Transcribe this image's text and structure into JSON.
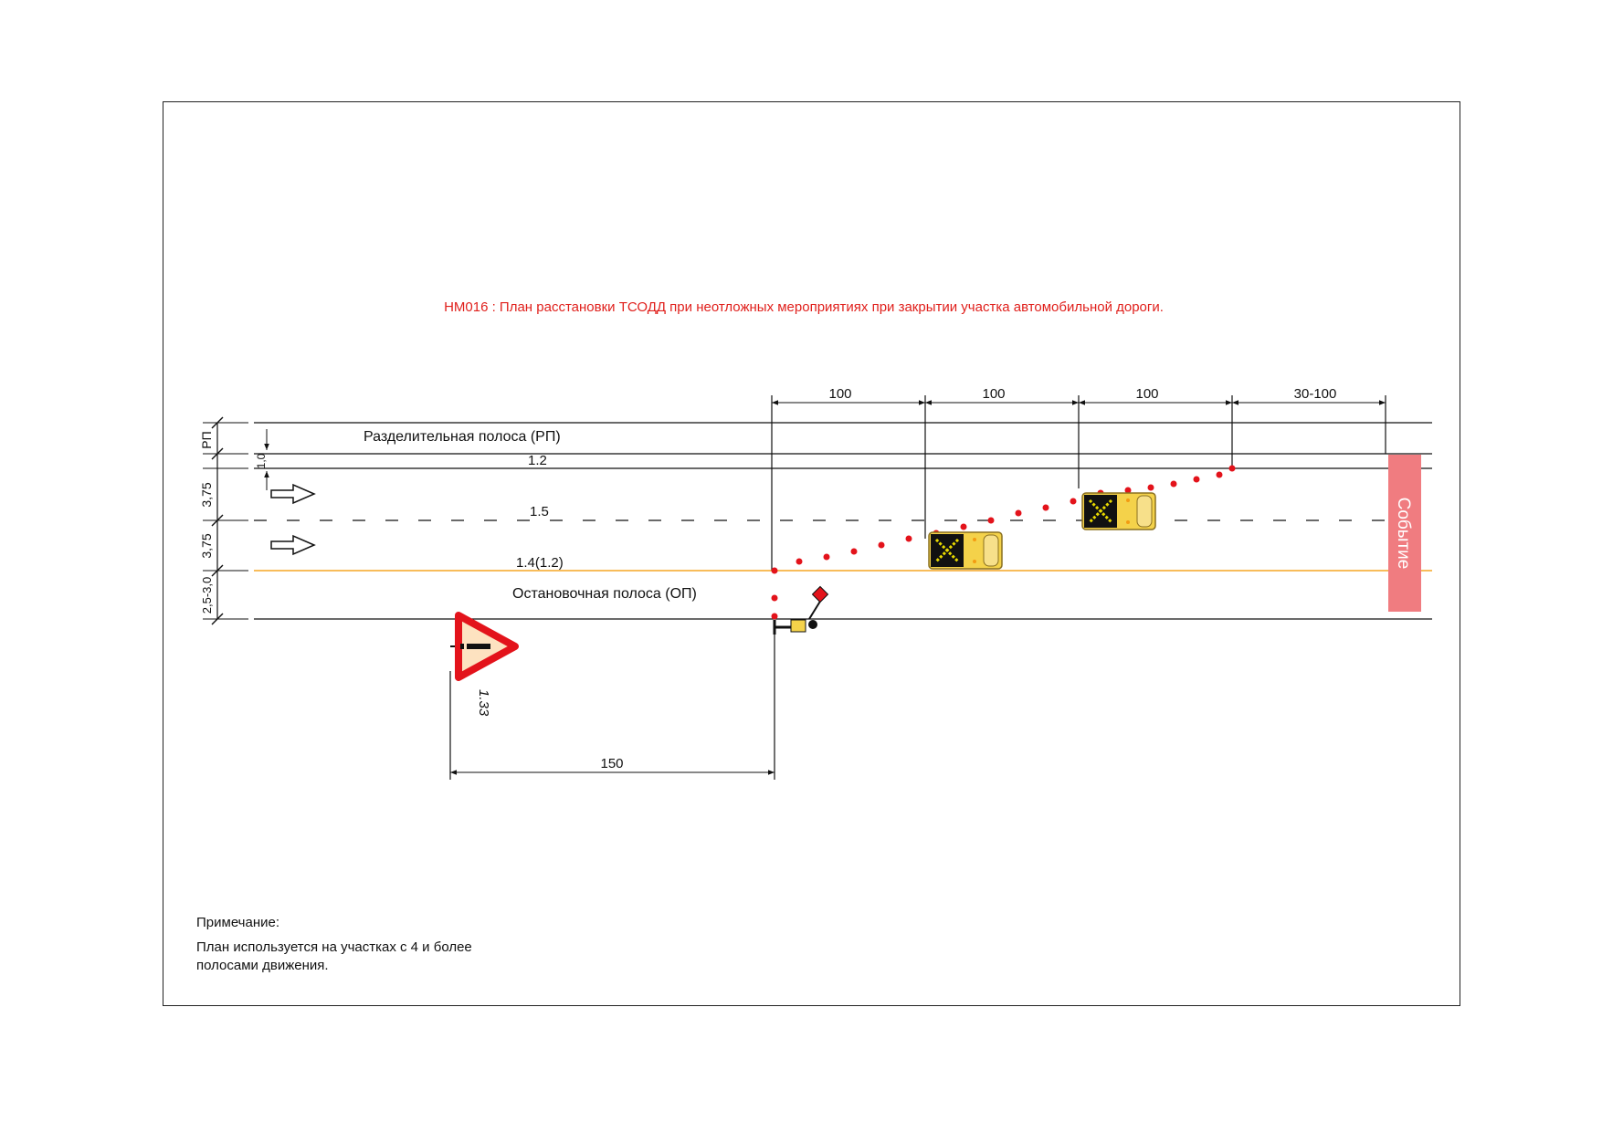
{
  "title": "НМ016 : План расстановки ТСОДД при неотложных мероприятиях при закрытии участка автомобильной дороги.",
  "lanes": {
    "median": "Разделительная полоса (РП)",
    "shoulder": "Остановочная полоса (ОП)"
  },
  "markings": {
    "m12": "1.2",
    "m15": "1.5",
    "m14": "1.4(1.2)"
  },
  "widths": {
    "rp": "РП",
    "w10": "1,0",
    "lane1": "3,75",
    "lane2": "3,75",
    "shoulder": "2,5-3,0"
  },
  "distances": {
    "d1": "100",
    "d2": "100",
    "d3": "100",
    "d4": "30-100",
    "sign_offset": "150"
  },
  "sign": {
    "code": "1.33",
    "symbol": "!"
  },
  "event_label": "Событие",
  "note": {
    "heading": "Примечание:",
    "line1": "План используется на участках с 4 и более",
    "line2": "полосами движения."
  },
  "colors": {
    "title": "#e0201c",
    "cones": "#e3131b",
    "edge_line": "#f5a623",
    "event": "#f07c80",
    "sign_border": "#e3131b",
    "sign_fill": "#fde2c0",
    "vehicle": "#f4d24a"
  },
  "icons": {
    "arrow": "traffic-direction-arrow-icon",
    "vehicle": "arrow-board-truck-icon",
    "worker": "flagger-worker-icon",
    "sign": "warning-sign-icon"
  }
}
